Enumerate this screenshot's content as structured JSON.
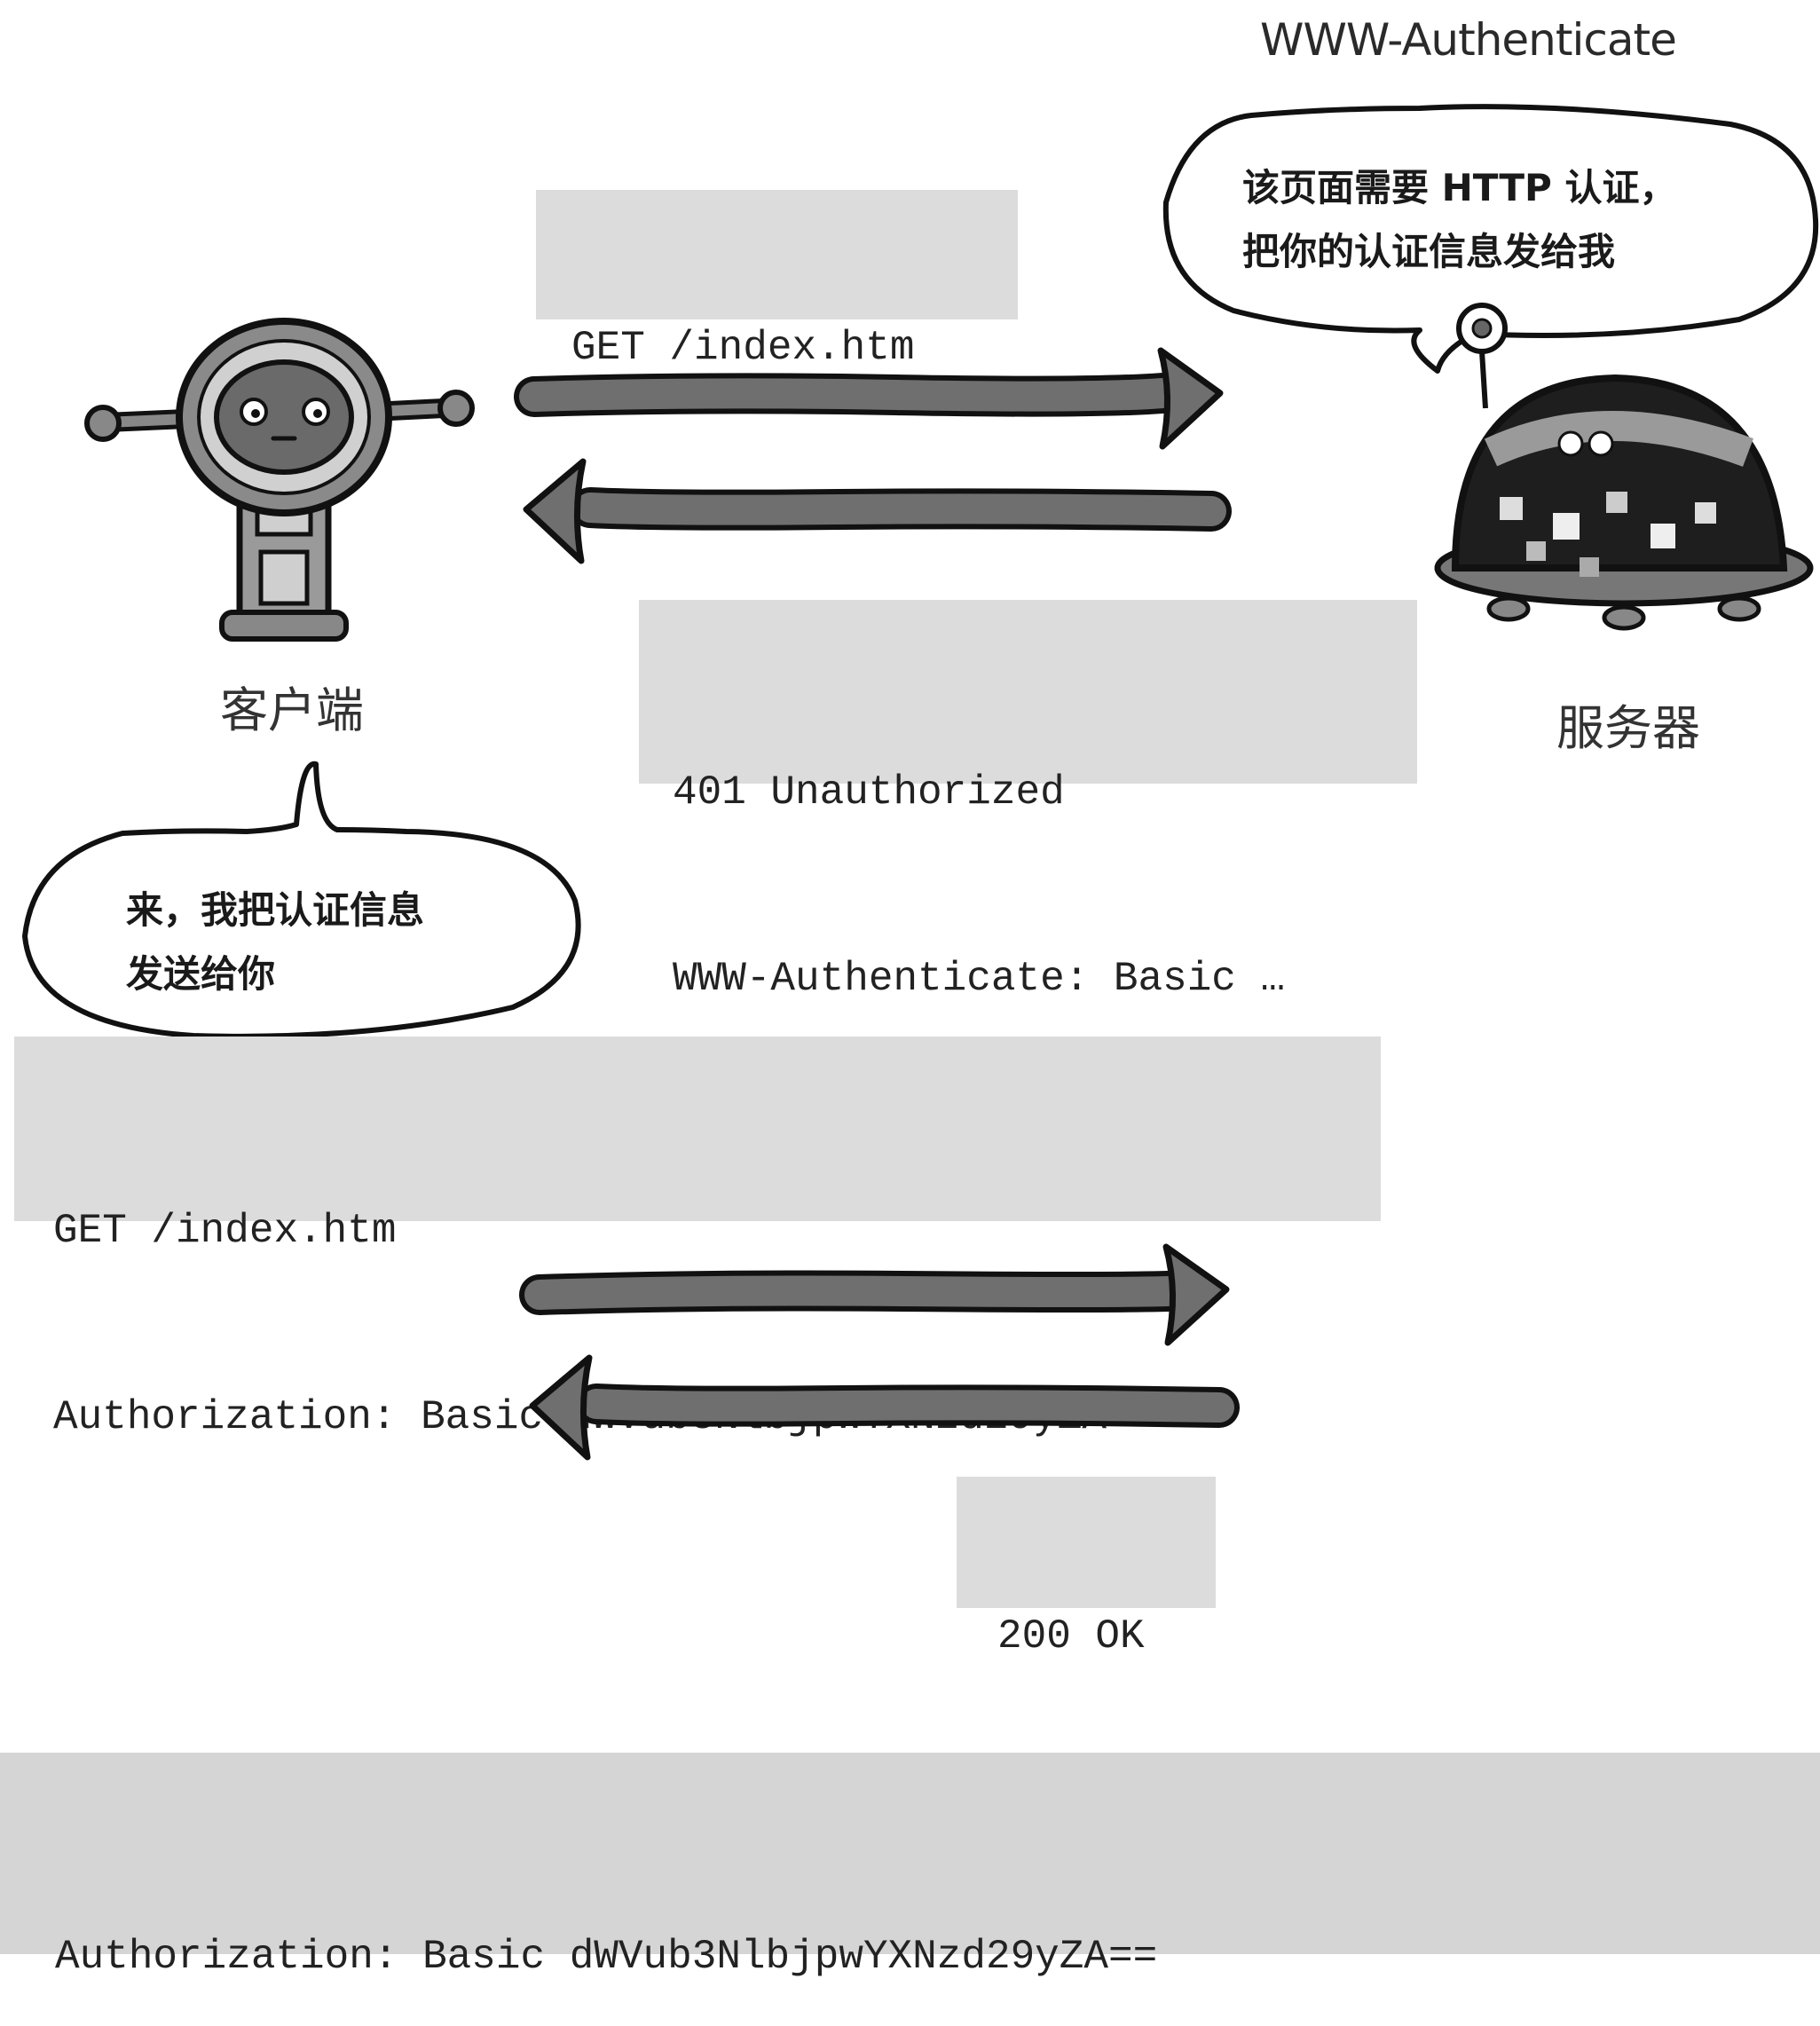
{
  "header": {
    "label": "WWW-Authenticate"
  },
  "step1": {
    "request": {
      "lines": [
        "GET /index.htm"
      ]
    },
    "response": {
      "lines": [
        "401 Unauthorized",
        "WWW-Authenticate: Basic …"
      ]
    },
    "server_bubble": {
      "lines": [
        "该页面需要 HTTP 认证，",
        "把你的认证信息发给我"
      ]
    }
  },
  "actors": {
    "client": {
      "label": "客户端",
      "icon": "robot-client"
    },
    "server": {
      "label": "服务器",
      "icon": "dome-server"
    }
  },
  "step2": {
    "client_bubble": {
      "lines": [
        "来，我把认证信息",
        "发送给你"
      ]
    },
    "request": {
      "lines": [
        "GET /index.htm",
        "Authorization: Basic dWVub3NlbjpwYXNzd29yZA=="
      ]
    },
    "response": {
      "lines": [
        "200 OK"
      ]
    }
  },
  "footer": {
    "text": "Authorization: Basic dWVub3NlbjpwYXNzd29yZA=="
  },
  "colors": {
    "arrow": "#6f6f6f",
    "box": "#dcdcdc",
    "footer_band": "#d5d5d5"
  }
}
